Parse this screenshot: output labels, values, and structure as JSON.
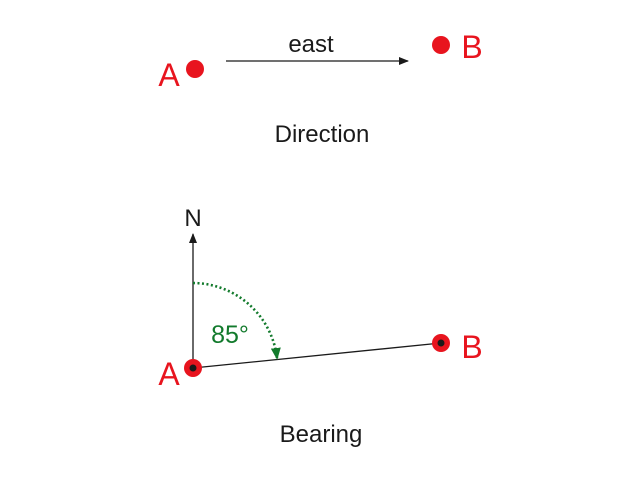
{
  "direction": {
    "point_a_label": "A",
    "point_b_label": "B",
    "arrow_label": "east",
    "caption": "Direction"
  },
  "bearing": {
    "north_label": "N",
    "point_a_label": "A",
    "point_b_label": "B",
    "angle_label": "85°",
    "caption": "Bearing"
  },
  "colors": {
    "point": "#e8141e",
    "line": "#1a1a1a",
    "angle_arc": "#127a2c"
  }
}
